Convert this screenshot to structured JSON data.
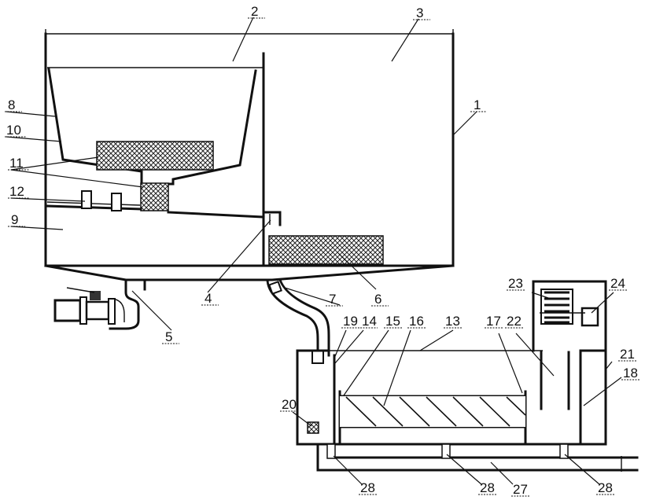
{
  "labels": {
    "l1": "1",
    "l2": "2",
    "l3": "3",
    "l4": "4",
    "l5": "5",
    "l6": "6",
    "l7": "7",
    "l8": "8",
    "l9": "9",
    "l10": "10",
    "l11": "11",
    "l12": "12",
    "l13": "13",
    "l14": "14",
    "l15": "15",
    "l16": "16",
    "l17": "17",
    "l18": "18",
    "l19": "19",
    "l20": "20",
    "l21": "21",
    "l22": "22",
    "l23": "23",
    "l24": "24",
    "l27": "27",
    "l28a": "28",
    "l28b": "28",
    "l28c": "28"
  }
}
